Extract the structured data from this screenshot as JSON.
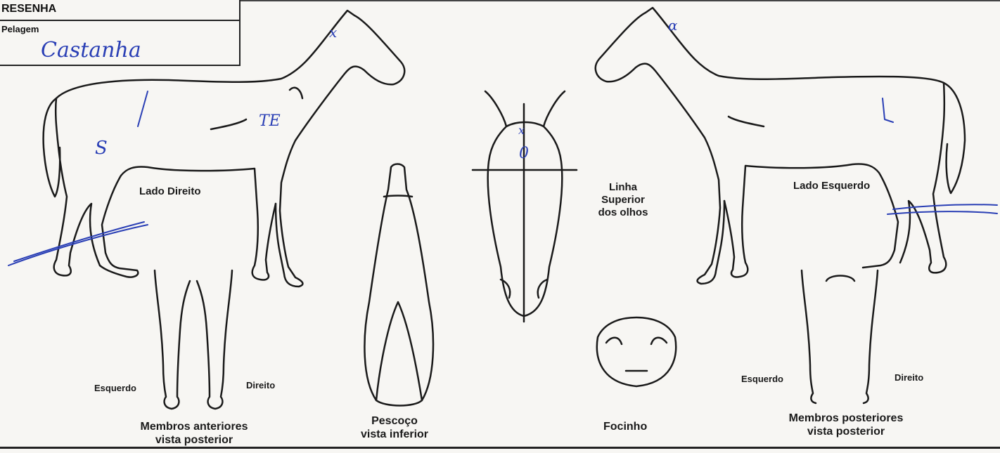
{
  "header": {
    "title": "RESENHA",
    "coat_label": "Pelagem",
    "coat_value": "Castanha"
  },
  "diagrams": {
    "right_side": "Lado Direito",
    "left_side": "Lado Esquerdo",
    "eye_line": [
      "Linha",
      "Superior",
      "dos olhos"
    ],
    "front_legs": {
      "left": "Esquerdo",
      "right": "Direito",
      "caption": [
        "Membros anteriores",
        "vista posterior"
      ]
    },
    "neck": {
      "caption": [
        "Pescoço",
        "vista inferior"
      ]
    },
    "muzzle": {
      "caption": "Focinho"
    },
    "hind_legs": {
      "left": "Esquerdo",
      "right": "Direito",
      "caption": [
        "Membros posteriores",
        "vista posterior"
      ]
    }
  },
  "annotations": {
    "right_flank": "S",
    "right_shoulder": "TE",
    "right_neck_mark": "x",
    "left_neck_mark": "α",
    "face_mark": "x",
    "face_mark2": "0"
  },
  "colors": {
    "ink": "#1a1a1a",
    "pen": "#2a3fb5",
    "paper": "#f7f6f3"
  }
}
